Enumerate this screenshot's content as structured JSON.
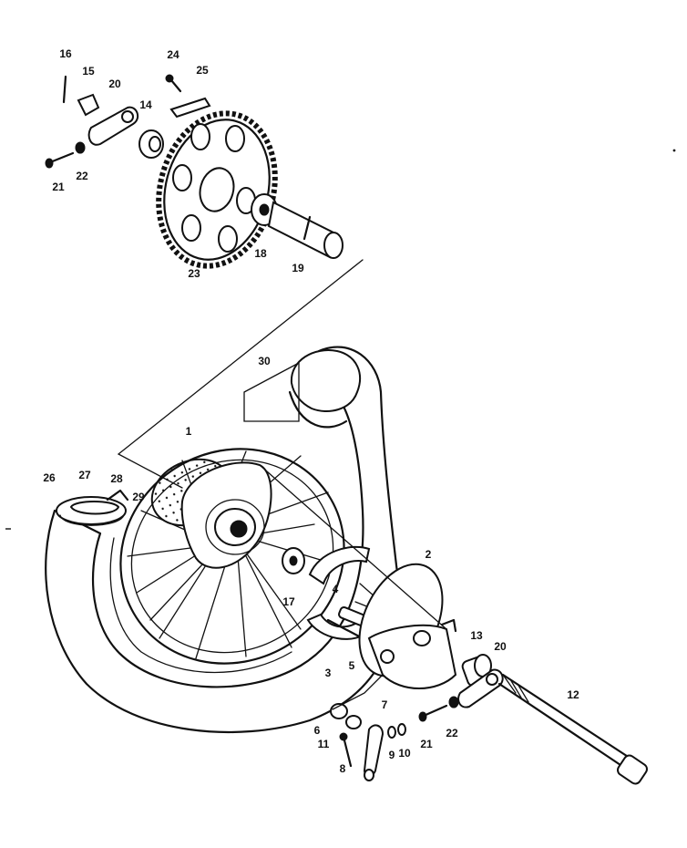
{
  "part_labels": {
    "p1": "1",
    "p2": "2",
    "p3": "3",
    "p4": "4",
    "p5": "5",
    "p6": "6",
    "p7": "7",
    "p8": "8",
    "p9": "9",
    "p10": "10",
    "p11": "11",
    "p12": "12",
    "p13": "13",
    "p14": "14",
    "p15": "15",
    "p16": "16",
    "p17": "17",
    "p18": "18",
    "p19": "19",
    "p20a": "20",
    "p20b": "20",
    "p21a": "21",
    "p21b": "21",
    "p22a": "22",
    "p22b": "22",
    "p23": "23",
    "p24": "24",
    "p25": "25",
    "p26": "26",
    "p27": "27",
    "p28": "28",
    "p29": "29",
    "p30": "30"
  }
}
